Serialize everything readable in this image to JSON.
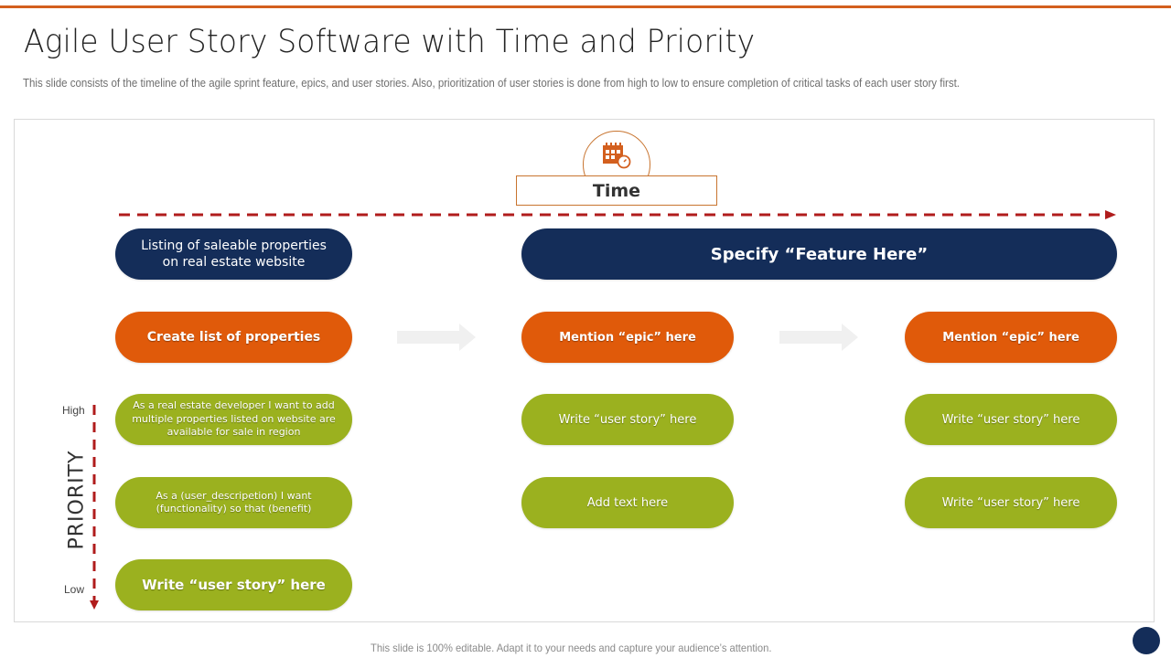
{
  "slide": {
    "title": "Agile User Story Software with Time and Priority",
    "subtitle": "This slide consists of the timeline of the agile sprint feature,  epics, and user stories. Also, prioritization of user stories is done from  high to low to ensure  completion of critical tasks of each user story first.",
    "footer": "This slide is 100% editable. Adapt it to your needs and capture your audience’s attention."
  },
  "colors": {
    "accent_orange": "#e05a0a",
    "navy": "#142d59",
    "green": "#9bb11f",
    "dashed_arrow": "#b01c1c",
    "top_bar": "#d35f1e"
  },
  "time_axis": {
    "label": "Time",
    "icon": "calendar-clock-icon"
  },
  "priority_axis": {
    "label": "PRIORITY",
    "high": "High",
    "low": "Low"
  },
  "features": [
    {
      "label": "Listing of saleable properties on real estate website"
    },
    {
      "label": "Specify “Feature Here”"
    }
  ],
  "columns": [
    {
      "epic": "Create list of properties",
      "stories": [
        "As a real estate developer I want to add  multiple properties listed on website are available for sale in region",
        "As a  (user_descripetion) I want (functionality) so that  (benefit)",
        "Write “user story” here"
      ]
    },
    {
      "epic": "Mention “epic” here",
      "stories": [
        "Write “user story” here",
        "Add text here"
      ]
    },
    {
      "epic": "Mention “epic” here",
      "stories": [
        "Write “user story” here",
        "Write “user story” here"
      ]
    }
  ]
}
